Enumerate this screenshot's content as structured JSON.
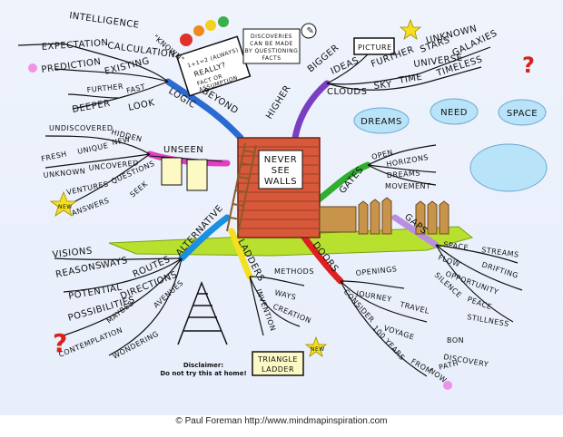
{
  "center": {
    "label_line1": "NEVER",
    "label_line2": "SEE",
    "label_line3": "WALLS"
  },
  "branches": {
    "logic": {
      "label": "LOGIC",
      "beyond": "BEYOND",
      "words": [
        "INTELLIGENCE",
        "EXPECTATION",
        "PREDICTION",
        "CALCULATION",
        "\"KNOWN\"",
        "EXISTING",
        "FAST",
        "FURTHER",
        "DEEPER",
        "LOOK"
      ]
    },
    "higher": {
      "label": "HIGHER",
      "bigger": "BIGGER",
      "words": [
        "PICTURE",
        "IDEAS",
        "FURTHER",
        "STARS",
        "UNKNOWN",
        "UNIVERSE",
        "GALAXIES",
        "CLOUDS",
        "SKY",
        "TIME",
        "TIMELESS"
      ]
    },
    "unseen": {
      "label": "UNSEEN",
      "words": [
        "UNDISCOVERED",
        "HIDDEN",
        "FRESH",
        "UNIQUE",
        "NEW",
        "UNKNOWN",
        "UNCOVERED",
        "VENTURES",
        "QUESTIONS",
        "ANSWERS",
        "SEEK",
        "NEW"
      ]
    },
    "gates": {
      "label": "GATES",
      "words": [
        "OPEN",
        "HORIZONS",
        "DREAMS",
        "MOVEMENT"
      ]
    },
    "alternative": {
      "label": "ALTERNATIVE",
      "words": [
        "VISIONS",
        "WAYS",
        "REASONS",
        "ROUTES",
        "POTENTIAL",
        "DIRECTIONS",
        "POSSIBILITIES",
        "MAYBES",
        "AVENUES",
        "CONTEMPLATION",
        "WONDERING"
      ]
    },
    "ladders": {
      "label": "LADDERS",
      "words": [
        "METHODS",
        "WAYS",
        "CREATION",
        "INVENTION"
      ]
    },
    "doors": {
      "label": "DOORS",
      "words": [
        "OPENINGS",
        "JOURNEY",
        "TRAVEL",
        "CONSIDER",
        "VOYAGE",
        "BON",
        "DISCOVERY",
        "PATH",
        "100 YEARS",
        "FROM",
        "NOW"
      ]
    },
    "gaps": {
      "label": "GAPS",
      "words": [
        "SPACE",
        "STREAMS",
        "FLOW",
        "DRIFTING",
        "OPPORTUNITY",
        "SILENCE",
        "PEACE",
        "STILLNESS"
      ]
    }
  },
  "notes": {
    "fact": {
      "line1": "1+1=2 (ALWAYS)",
      "line2": "REALLY?",
      "line3": "FACT OR",
      "line4": "ASSUMPTION"
    },
    "discoveries": {
      "line1": "DISCOVERIES",
      "line2": "CAN BE MADE",
      "line3": "BY QUESTIONING",
      "line4": "FACTS"
    },
    "clouds": [
      "DREAMS",
      "NEED",
      "SPACE"
    ],
    "triangle_ladder": {
      "line1": "TRIANGLE",
      "line2": "LADDER",
      "badge": "NEW"
    },
    "disclaimer": {
      "line1": "Disclaimer:",
      "line2": "Do not try this at home!"
    },
    "question_mark": "?"
  },
  "footer": "© Paul Foreman http://www.mindmapinspiration.com",
  "colors": {
    "logic": "#2a6bd0",
    "higher": "#7a3fc0",
    "unseen": "#e040c0",
    "gates": "#2fae2f",
    "alternative": "#1b8fe0",
    "ladders": "#f4e020",
    "doors": "#e02020",
    "gaps": "#b98fe0",
    "brick": "#d8583a",
    "grass": "#b7e02f",
    "cloud": "#b8e3f8"
  }
}
